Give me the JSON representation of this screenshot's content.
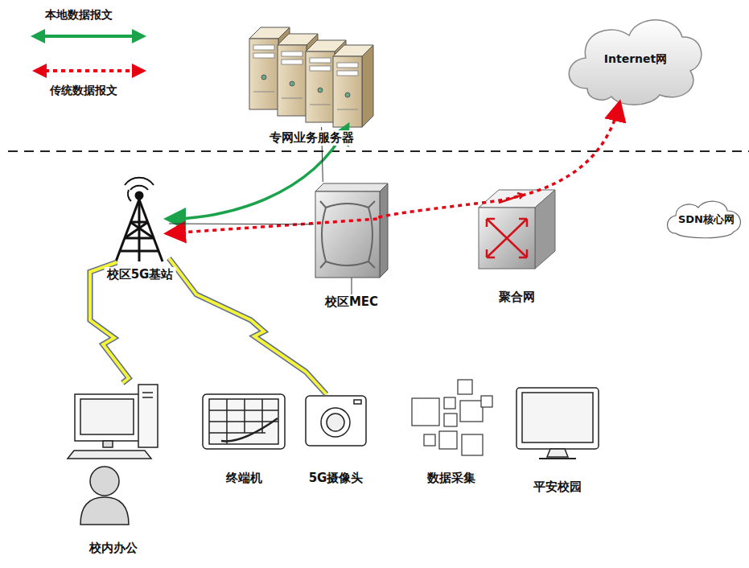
{
  "diagram": {
    "nodes": [
      {
        "text": [
          "专网业务服务器"
        ]
      },
      {
        "text": [
          "Internet网"
        ]
      },
      {
        "text": [
          "SDN核心网"
        ]
      },
      {
        "text": [
          "校区5G基站"
        ]
      },
      {
        "text": [
          "校区MEC"
        ]
      },
      {
        "text": [
          "聚合网"
        ]
      },
      {
        "text": [
          "校内办公"
        ]
      },
      {
        "text": [
          "终端机"
        ]
      },
      {
        "text": [
          "5G摄像头"
        ]
      },
      {
        "text": [
          "数据采集"
        ]
      },
      {
        "text": [
          "平安校园"
        ]
      }
    ],
    "edges": [
      {
        "from": 0,
        "to": 3,
        "arrow": "both"
      },
      {
        "from": 1,
        "to": 3,
        "arrow": "both"
      },
      {
        "from": 3,
        "to": 4,
        "arrow": "none"
      },
      {
        "from": 4,
        "to": 0,
        "arrow": "none"
      },
      {
        "from": 3,
        "to": 6,
        "arrow": "none"
      },
      {
        "from": 3,
        "to": 8,
        "arrow": "none"
      }
    ],
    "legend": [
      {
        "text": "本地数据报文"
      },
      {
        "text": "传统数据报文"
      }
    ]
  }
}
